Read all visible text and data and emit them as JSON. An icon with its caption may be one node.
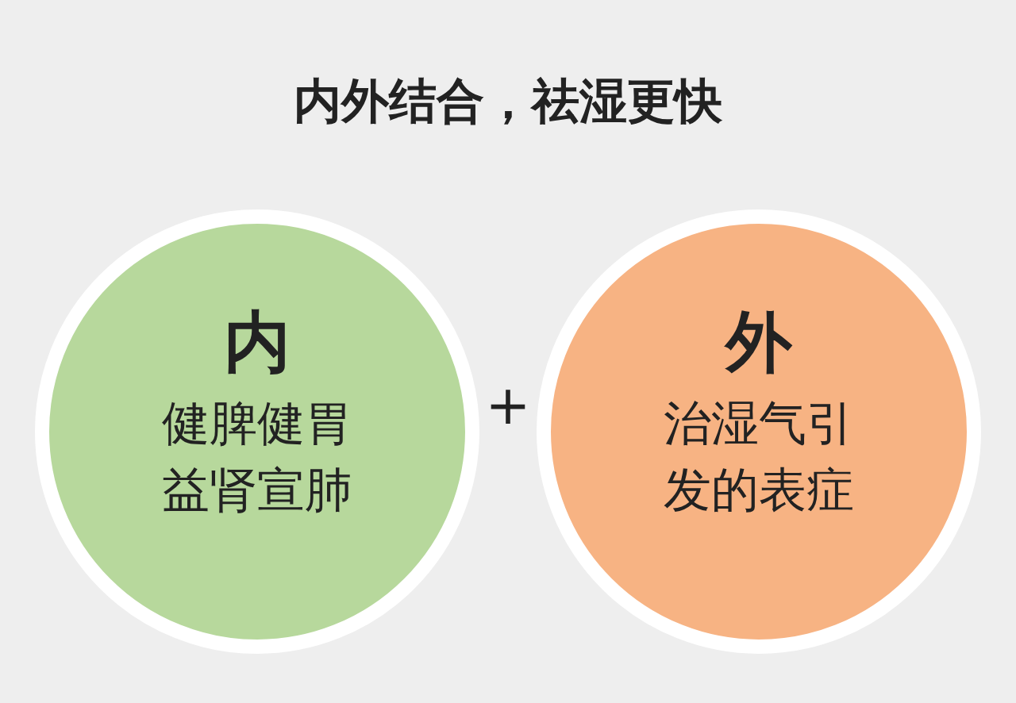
{
  "diagram": {
    "title": "内外结合，祛湿更快",
    "nodes": [
      {
        "text": [
          "内",
          "健脾健胃益肾宣肺"
        ]
      },
      {
        "text": [
          "外",
          "治湿气引发的表症"
        ]
      }
    ],
    "labels": [
      "+"
    ]
  }
}
